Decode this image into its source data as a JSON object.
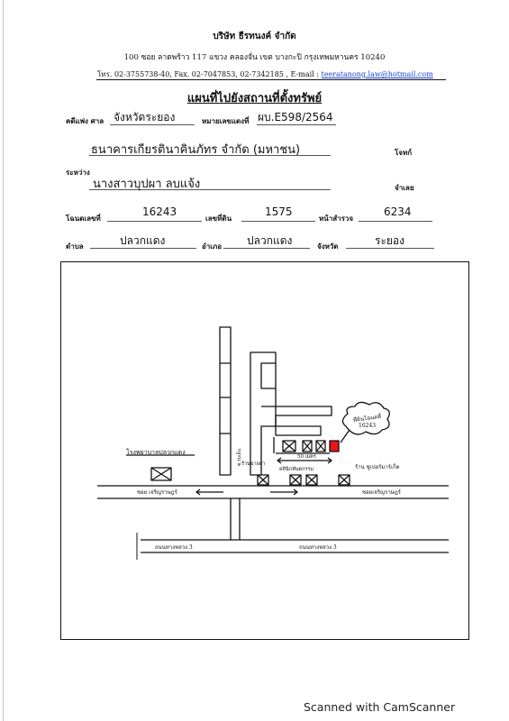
{
  "header": {
    "company": "บริษัท ธีรทนงค์ จำกัด",
    "address": "100  ซอย ลาดพร้าว 117   แขวง คลองจั่น   เขต บางกะปิ  กรุงเทพมหานคร  10240",
    "contact": "โทร. 02-3755738-40, Fax.  02-7047853, 02-7342185 , E-mail : ",
    "email": "teeratanong.law@hotmail.com"
  },
  "title": "แผนที่ไปยังสถานที่ตั้งทรัพย์",
  "case": {
    "court_label": "คดีแพ่ง  ศาล",
    "court_value": "จังหวัดระยอง",
    "number_label": "หมายเลขแดงที่",
    "number_value": "ผบ.E598/2564"
  },
  "plaintiff": {
    "value": "ธนาคารเกียรตินาคินภัทร จำกัด (มหาชน)",
    "label": "โจทก์"
  },
  "between_label": "ระหว่าง",
  "defendant": {
    "value": "นางสาวบุปผา  ลบแจ้ง",
    "label": "จำเลย"
  },
  "deed": {
    "deed_label": "โฉนดเลขที่",
    "deed_value": "16243",
    "land_label": "เลขที่ดิน",
    "land_value": "1575",
    "survey_label": "หน้าสำรวจ",
    "survey_value": "6234"
  },
  "location": {
    "subdistrict_label": "ตำบล",
    "subdistrict_value": "ปลวกแดง",
    "district_label": "อำเภอ",
    "district_value": "ปลวกแดง",
    "province_label": "จังหวัด",
    "province_value": "ระยอง"
  },
  "map": {
    "property_label_1": "ที่ดินโฉนดที่",
    "property_label_2": "16243",
    "distance_label": "50 เมตร",
    "school_label": "โรงพยาบาลปลวกแดง",
    "shop_left_label": "ร้านขายยา",
    "market_label": "คลินิกทันตกรรม",
    "shop_right_label": "ร้าน ซูเปอร์มาร์เก็ต",
    "soi_left": "ซอย เจริญราษฎร์",
    "soi_right": "ซอยเจริญราษฎร์",
    "highway_left": "ถนนทางหลวง 3",
    "highway_right": "ถนนทางหลวง 3",
    "side_road_label": "ซ.ร่มเย็น",
    "property_color": "#e8141b"
  },
  "footer": "Scanned with CamScanner"
}
